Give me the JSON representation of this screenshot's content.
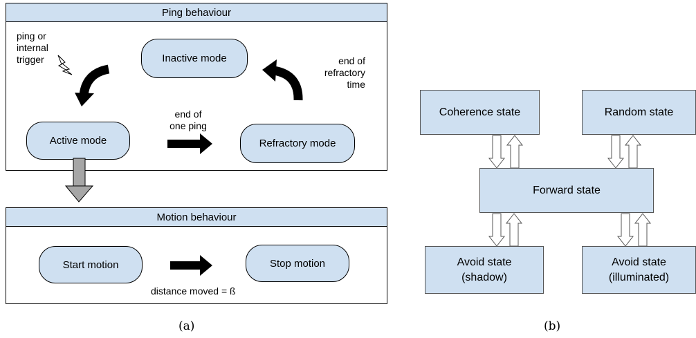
{
  "panel_a": {
    "ping": {
      "header": "Ping behaviour",
      "inactive_mode": "Inactive mode",
      "active_mode": "Active mode",
      "refractory_mode": "Refractory mode",
      "trigger_lines": [
        "ping or",
        "internal",
        "trigger"
      ],
      "end_refractory_lines": [
        "end of",
        "refractory",
        "time"
      ],
      "end_ping_lines": [
        "end of",
        "one ping"
      ]
    },
    "motion": {
      "header": "Motion behaviour",
      "start_motion": "Start motion",
      "stop_motion": "Stop motion",
      "distance_label": "distance moved = ß"
    },
    "caption": "(a)"
  },
  "panel_b": {
    "coherence_state": "Coherence state",
    "random_state": "Random state",
    "forward_state": "Forward state",
    "avoid_shadow_lines": [
      "Avoid state",
      "(shadow)"
    ],
    "avoid_illuminated_lines": [
      "Avoid state",
      "(illuminated)"
    ],
    "caption": "(b)"
  }
}
